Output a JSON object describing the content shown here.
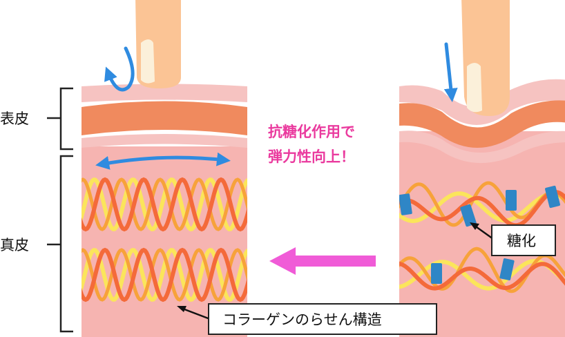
{
  "labels": {
    "epidermis": "表皮",
    "dermis": "真皮",
    "center_line1": "抗糖化作用で",
    "center_line2": "弾力性向上！",
    "glycation": "糖化",
    "collagen": "コラーゲンのらせん構造"
  },
  "colors": {
    "skin_pale": "#f6c3c1",
    "skin_mid": "#f08a5e",
    "dermis": "#f6b4b1",
    "finger": "#fbc495",
    "nail": "#fbf0da",
    "blue_arrow": "#2f8be0",
    "magenta_arrow": "#f05bd7",
    "collagen_red": "#f46a3a",
    "collagen_yellow": "#fbe55b",
    "collagen_orange": "#f7a23a",
    "glycation_block": "#2f86c6",
    "text_pink": "#ea3a9e"
  },
  "icons": [
    "finger-icon",
    "curved-arrow-icon",
    "down-arrow-icon",
    "double-arrow-icon",
    "left-arrow-icon"
  ]
}
